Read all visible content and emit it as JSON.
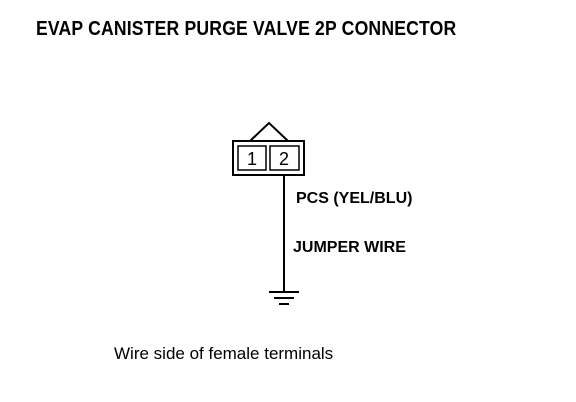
{
  "diagram": {
    "title": "EVAP CANISTER PURGE VALVE 2P CONNECTOR",
    "connector": {
      "terminals": [
        "1",
        "2"
      ]
    },
    "wire_labels": {
      "signal": "PCS (YEL/BLU)",
      "jumper": "JUMPER WIRE"
    },
    "caption": "Wire side of female terminals"
  }
}
